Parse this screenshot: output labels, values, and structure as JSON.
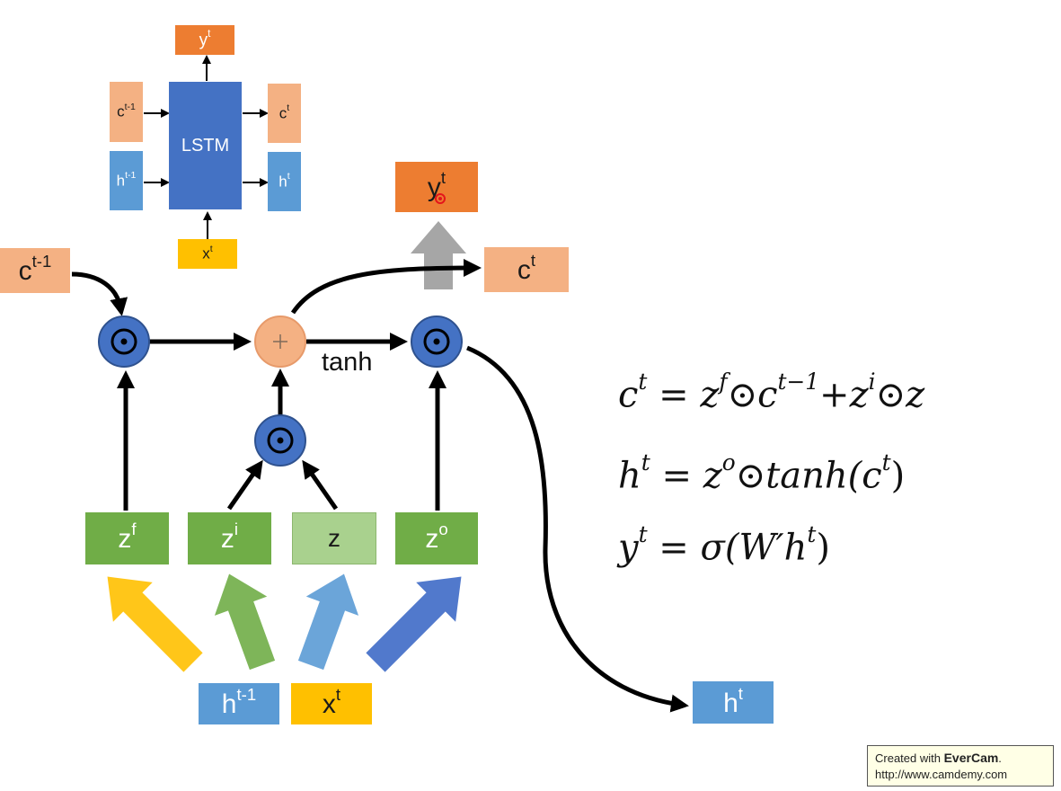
{
  "mini": {
    "lstm": "LSTM",
    "y": "y",
    "y_sup": "t",
    "c_prev": "c",
    "c_prev_sup": "t-1",
    "h_prev": "h",
    "h_prev_sup": "t-1",
    "c_next": "c",
    "c_next_sup": "t",
    "h_next": "h",
    "h_next_sup": "t",
    "x": "x",
    "x_sup": "t"
  },
  "main": {
    "c_prev": "c",
    "c_prev_sup": "t-1",
    "y": "y",
    "y_sup": "t",
    "c_next": "c",
    "c_next_sup": "t",
    "h_next": "h",
    "h_next_sup": "t",
    "zf": "z",
    "zf_sup": "f",
    "zi": "z",
    "zi_sup": "i",
    "z": "z",
    "zo": "z",
    "zo_sup": "o",
    "h_prev": "h",
    "h_prev_sup": "t-1",
    "x": "x",
    "x_sup": "t",
    "tanh": "tanh",
    "dot": "⊙",
    "plus": "+"
  },
  "equations": {
    "eq1": {
      "lhs": "c",
      "lhs_sup": "t",
      "eq": " = ",
      "a": "z",
      "a_sup": "f",
      "op1": "⊙",
      "b": "c",
      "b_sup": "t−1",
      "plus": "+",
      "c": "z",
      "c_sup": "i",
      "op2": "⊙",
      "d": "z"
    },
    "eq2": {
      "lhs": "h",
      "lhs_sup": "t",
      "eq": " = ",
      "a": "z",
      "a_sup": "o",
      "op1": "⊙",
      "fn": "tanh(c",
      "fn_sup": "t",
      "close": ")"
    },
    "eq3": {
      "lhs": "y",
      "lhs_sup": "t",
      "eq": " = ",
      "fn": "σ(W′h",
      "fn_sup": "t",
      "close": ")"
    }
  },
  "watermark": {
    "line1_prefix": "Created with ",
    "brand": "EverCam",
    "line1_suffix": ".",
    "line2": "http://www.camdemy.com"
  },
  "colors": {
    "lstm_blue": "#4472c4",
    "orange": "#ed7d31",
    "peach": "#f4b183",
    "light_blue": "#5b9bd5",
    "yellow": "#ffc000",
    "green": "#70ad47",
    "light_green": "#a9d18e",
    "node_blue": "#4472c4"
  }
}
